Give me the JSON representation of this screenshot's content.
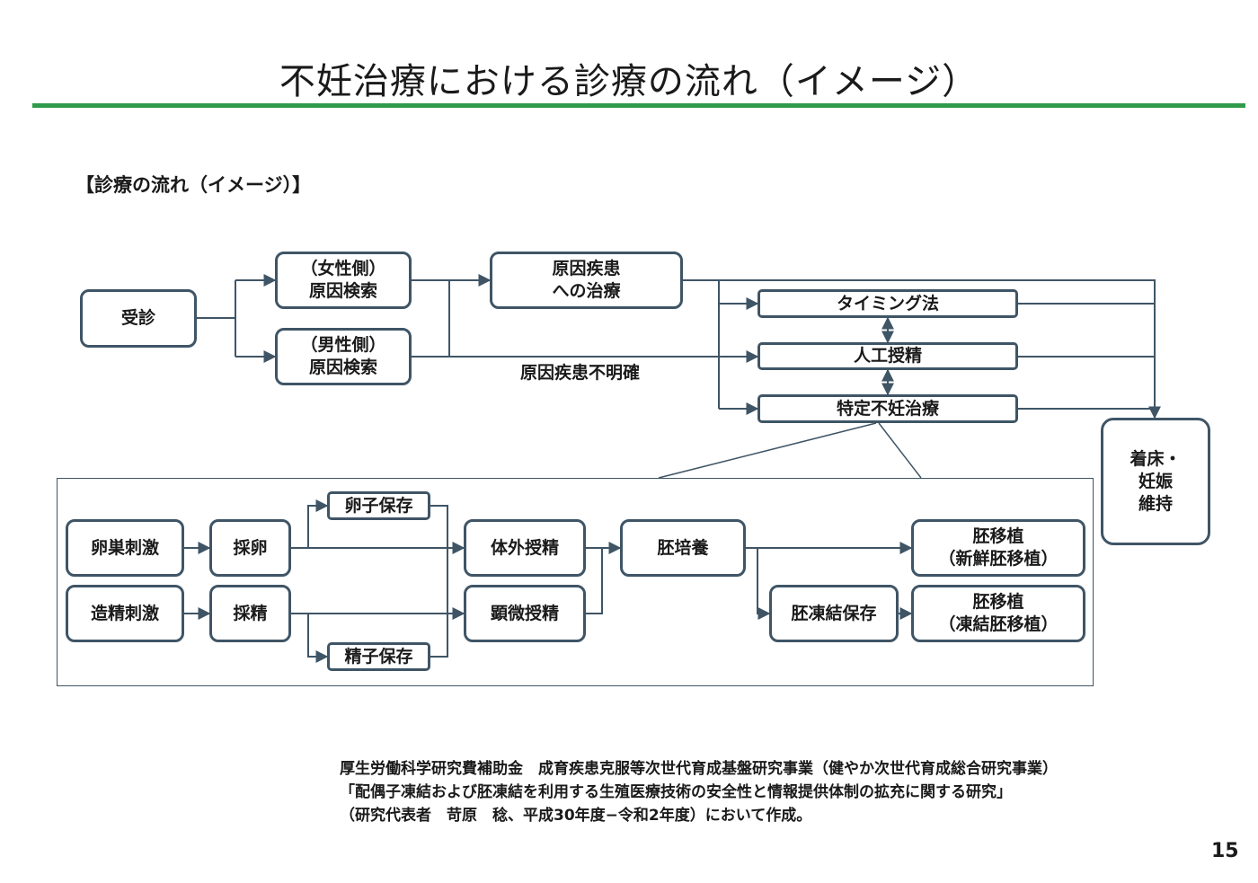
{
  "page": {
    "title": "不妊治療における診療の流れ（イメージ）",
    "section_heading": "【診療の流れ（イメージ）】",
    "page_number": "15"
  },
  "diagram": {
    "nodes": {
      "visit": "受診",
      "female_exam": "（女性側）\n原因検索",
      "male_exam": "（男性側）\n原因検索",
      "cause_treatment": "原因疾患\nへの治療",
      "timing": "タイミング法",
      "ai": "人工授精",
      "art": "特定不妊治療",
      "implantation": "着床・\n妊娠\n維持",
      "ovarian_stim": "卵巣刺激",
      "egg_retrieval": "採卵",
      "egg_storage": "卵子保存",
      "sperm_stim": "造精刺激",
      "sperm_retrieval": "採精",
      "sperm_storage": "精子保存",
      "ivf": "体外授精",
      "icsi": "顕微授精",
      "embryo_culture": "胚培養",
      "embryo_freeze": "胚凍結保存",
      "fresh_transfer": "胚移植\n（新鮮胚移植）",
      "frozen_transfer": "胚移植\n（凍結胚移植）"
    },
    "edge_labels": {
      "unknown_cause": "原因疾患不明確"
    }
  },
  "footer": {
    "lines": "厚生労働科学研究費補助金　成育疾患克服等次世代育成基盤研究事業（健やか次世代育成総合研究事業）\n「配偶子凍結および胚凍結を利用する生殖医療技術の安全性と情報提供体制の拡充に関する研究」\n（研究代表者　苛原　稔、平成30年度−令和2年度）において作成。"
  },
  "colors": {
    "accent_rule": "#2e9b4a",
    "box_border": "#3f5566",
    "line": "#3f5566"
  }
}
